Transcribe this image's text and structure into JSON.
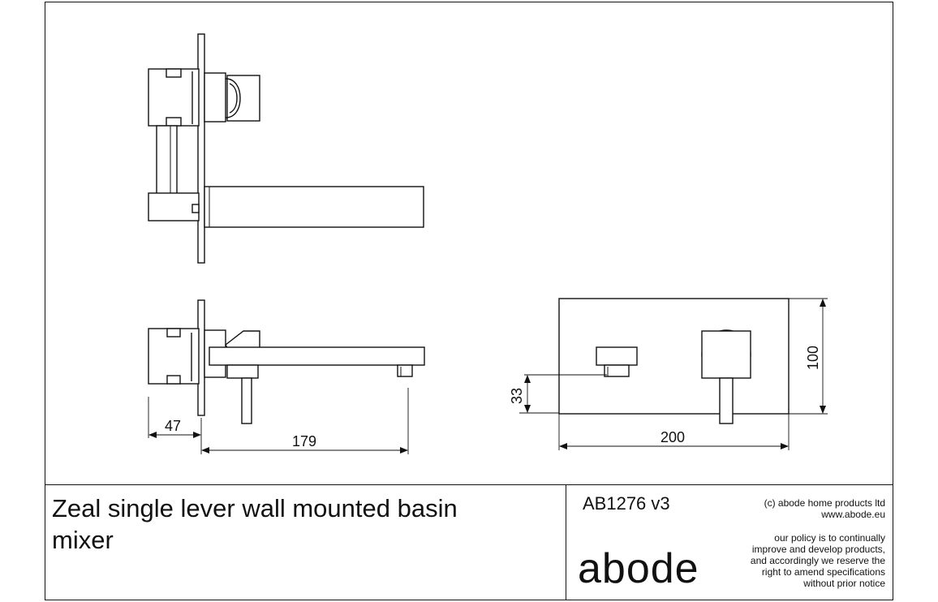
{
  "title_block": {
    "product_title_line1": "Zeal single lever wall mounted basin",
    "product_title_line2": "mixer",
    "product_code": "AB1276 v3",
    "copyright": "(c) abode home products ltd",
    "website": "www.abode.eu",
    "policy_lines": [
      "our policy is to continually",
      "improve and develop products,",
      "and accordingly we reserve the",
      "right to amend specifications",
      "without prior notice"
    ],
    "logo_text": "abode"
  },
  "dimensions": {
    "wall_projection": "47",
    "spout_reach": "179",
    "plate_width": "200",
    "plate_height": "100",
    "spout_height": "33"
  }
}
